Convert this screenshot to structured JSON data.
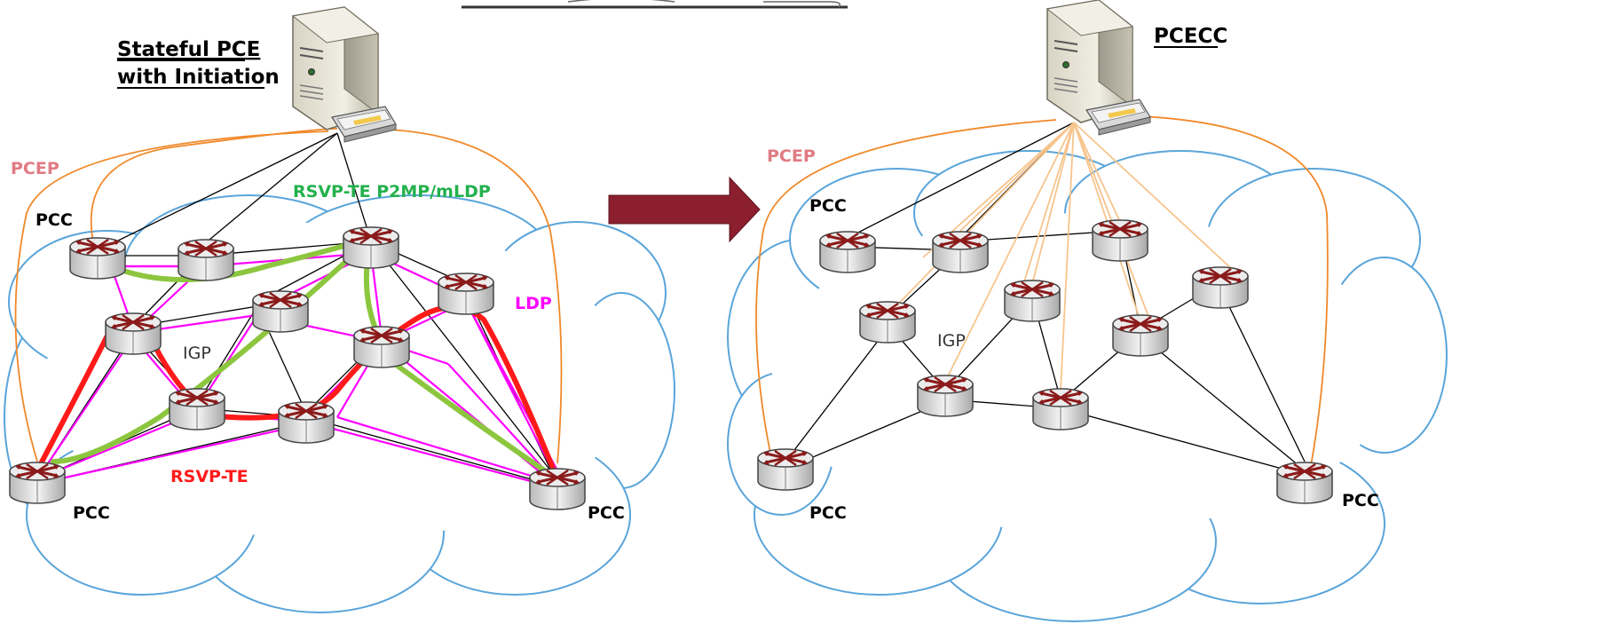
{
  "left": {
    "server_title_line1": "Stateful PCE",
    "server_title_line2": "with Initiation",
    "pcep_label": "PCEP",
    "pcc_top_label": "PCC",
    "pcc_bottom_left_label": "PCC",
    "pcc_bottom_right_label": "PCC",
    "igp_label": "IGP",
    "ldp_label": "LDP",
    "rsvp_p2mp_label": "RSVP-TE P2MP/mLDP",
    "rsvp_te_label": "RSVP-TE"
  },
  "right": {
    "server_title": "PCECC",
    "pcep_label": "PCEP",
    "pcc_top_label": "PCC",
    "pcc_bottom_left_label": "PCC",
    "pcc_bottom_right_label": "PCC",
    "igp_label": "IGP"
  },
  "colors": {
    "pcep_link": "#f0892a",
    "pcep_text": "#e07b83",
    "cloud": "#5aa5da",
    "ldp": "#ff00ff",
    "rsvp_te": "#ff1a1a",
    "p2mp": "#8cc63f",
    "p2mp_text": "#22b14c",
    "pcecc_link": "#f7c48d",
    "arrow": "#8b1f2e",
    "igp_link": "#000000"
  },
  "icons": {
    "server": "server-icon",
    "router": "router-icon",
    "arrow": "transition-arrow-icon"
  }
}
